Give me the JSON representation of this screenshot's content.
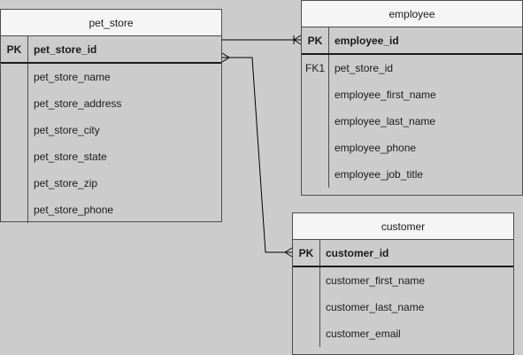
{
  "entities": {
    "pet_store": {
      "title": "pet_store",
      "pk": {
        "key": "PK",
        "field": "pet_store_id"
      },
      "fields": [
        {
          "key": "",
          "field": "pet_store_name"
        },
        {
          "key": "",
          "field": "pet_store_address"
        },
        {
          "key": "",
          "field": "pet_store_city"
        },
        {
          "key": "",
          "field": "pet_store_state"
        },
        {
          "key": "",
          "field": "pet_store_zip"
        },
        {
          "key": "",
          "field": "pet_store_phone"
        }
      ]
    },
    "employee": {
      "title": "employee",
      "pk": {
        "key": "PK",
        "field": "employee_id"
      },
      "fields": [
        {
          "key": "FK1",
          "field": "pet_store_id"
        },
        {
          "key": "",
          "field": "employee_first_name"
        },
        {
          "key": "",
          "field": "employee_last_name"
        },
        {
          "key": "",
          "field": "employee_phone"
        },
        {
          "key": "",
          "field": "employee_job_title"
        }
      ]
    },
    "customer": {
      "title": "customer",
      "pk": {
        "key": "PK",
        "field": "customer_id"
      },
      "fields": [
        {
          "key": "",
          "field": "customer_first_name"
        },
        {
          "key": "",
          "field": "customer_last_name"
        },
        {
          "key": "",
          "field": "customer_email"
        }
      ]
    }
  },
  "colors": {
    "canvas": "#cccccc",
    "header": "#f5f5f5",
    "border": "#4d4d4d",
    "line": "#000000"
  }
}
